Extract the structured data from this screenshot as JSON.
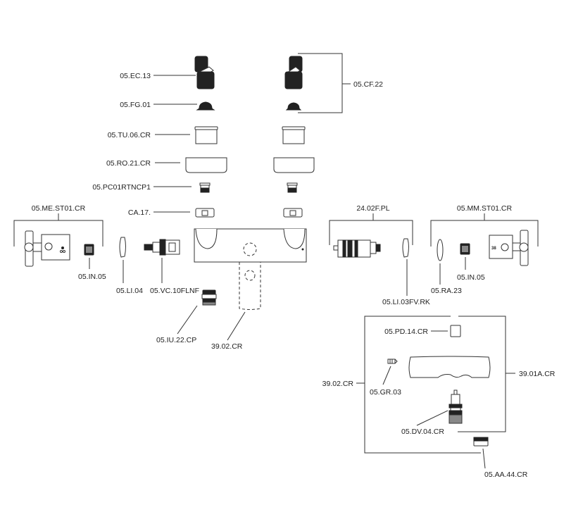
{
  "diagram": {
    "title": "Exploded parts diagram — thermostatic mixer",
    "labels": {
      "ec13": "05.EC.13",
      "fg01": "05.FG.01",
      "cf22": "05.CF.22",
      "tu06": "05.TU.06.CR",
      "ro21": "05.RO.21.CR",
      "pc01": "05.PC01RTNCP1",
      "ca17": "CA.17.",
      "mest01": "05.ME.ST01.CR",
      "in05_left": "05.IN.05",
      "li04": "05.LI.04",
      "vc10": "05.VC.10FLNF",
      "iu22": "05.IU.22.CP",
      "body3902": "39.02.CR",
      "pl2402": "24.02F.PL",
      "li03": "05.LI.03FV.RK",
      "mmst01": "05.MM.ST01.CR",
      "ra23": "05.RA.23",
      "in05_right": "05.IN.05",
      "pd14": "05.PD.14.CR",
      "gr03": "05.GR.03",
      "box3902": "39.02.CR",
      "box3901a": "39.01A.CR",
      "dv04": "05.DV.04.CR",
      "aa44": "05.AA.44.CR"
    },
    "handle_mark_right": "38"
  }
}
